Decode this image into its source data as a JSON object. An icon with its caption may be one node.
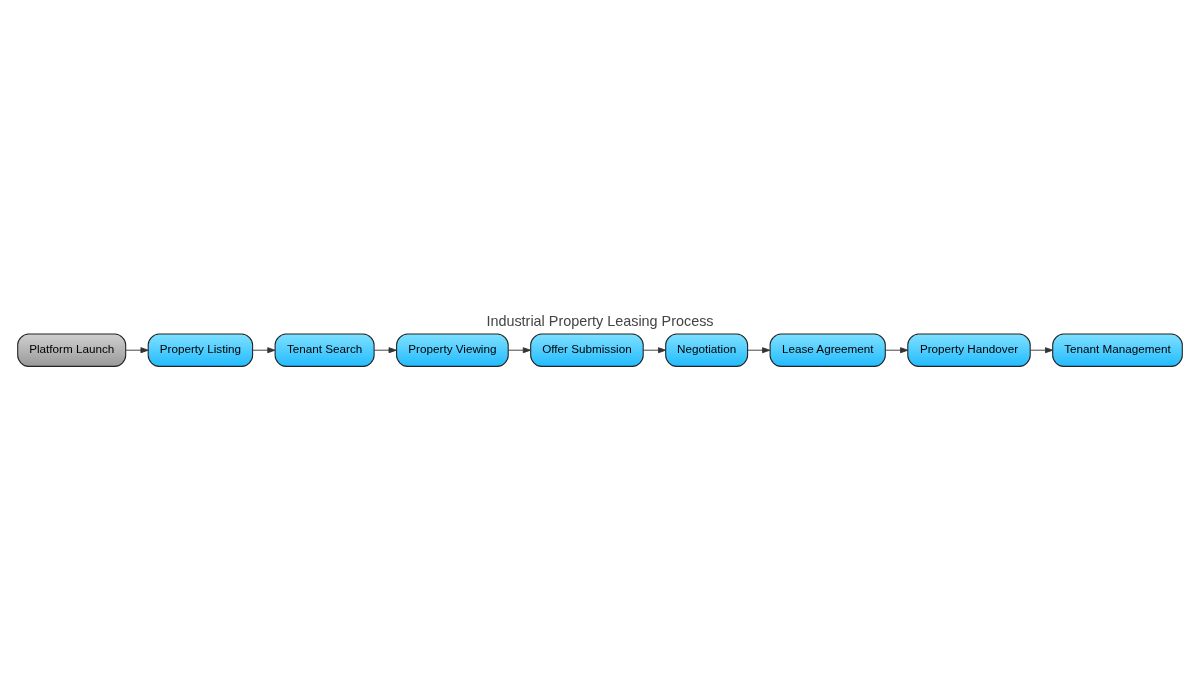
{
  "diagram": {
    "title": "Industrial Property Leasing Process",
    "nodes": [
      {
        "text": [
          "Platform Launch"
        ]
      },
      {
        "text": [
          "Property Listing"
        ]
      },
      {
        "text": [
          "Tenant Search"
        ]
      },
      {
        "text": [
          "Property Viewing"
        ]
      },
      {
        "text": [
          "Offer Submission"
        ]
      },
      {
        "text": [
          "Negotiation"
        ]
      },
      {
        "text": [
          "Lease Agreement"
        ]
      },
      {
        "text": [
          "Property Handover"
        ]
      },
      {
        "text": [
          "Tenant Management"
        ]
      }
    ],
    "edges": [
      {
        "from": 0,
        "to": 1,
        "arrow": "to"
      },
      {
        "from": 1,
        "to": 2,
        "arrow": "to"
      },
      {
        "from": 2,
        "to": 3,
        "arrow": "to"
      },
      {
        "from": 3,
        "to": 4,
        "arrow": "to"
      },
      {
        "from": 4,
        "to": 5,
        "arrow": "to"
      },
      {
        "from": 5,
        "to": 6,
        "arrow": "to"
      },
      {
        "from": 6,
        "to": 7,
        "arrow": "to"
      },
      {
        "from": 7,
        "to": 8,
        "arrow": "to"
      }
    ]
  }
}
